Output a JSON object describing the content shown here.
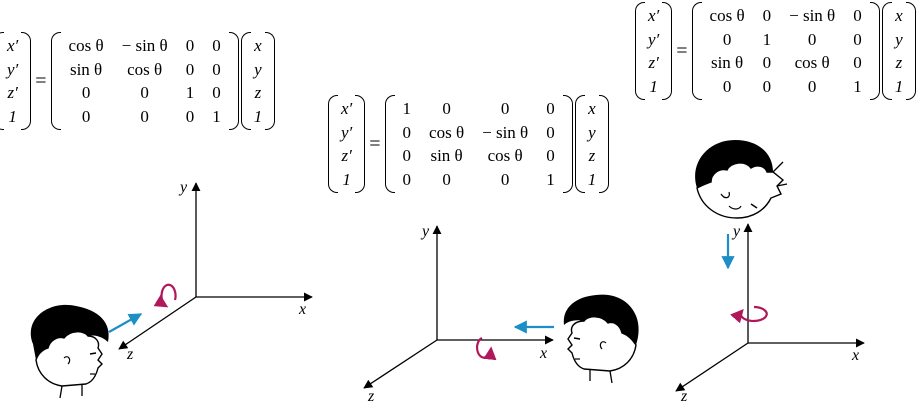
{
  "colors": {
    "axis": "#000000",
    "motion_arrow": "#1e8ec6",
    "rotation_arrow": "#b0185a"
  },
  "equations": [
    {
      "name": "rotation-z",
      "lhs": [
        "x′",
        "y′",
        "z′",
        "1"
      ],
      "matrix": [
        [
          "cos θ",
          "− sin θ",
          "0",
          "0"
        ],
        [
          "sin θ",
          "cos θ",
          "0",
          "0"
        ],
        [
          "0",
          "0",
          "1",
          "0"
        ],
        [
          "0",
          "0",
          "0",
          "1"
        ]
      ],
      "rhs": [
        "x",
        "y",
        "z",
        "1"
      ]
    },
    {
      "name": "rotation-x",
      "lhs": [
        "x′",
        "y′",
        "z′",
        "1"
      ],
      "matrix": [
        [
          "1",
          "0",
          "0",
          "0"
        ],
        [
          "0",
          "cos θ",
          "− sin θ",
          "0"
        ],
        [
          "0",
          "sin θ",
          "cos θ",
          "0"
        ],
        [
          "0",
          "0",
          "0",
          "1"
        ]
      ],
      "rhs": [
        "x",
        "y",
        "z",
        "1"
      ]
    },
    {
      "name": "rotation-y",
      "lhs": [
        "x′",
        "y′",
        "z′",
        "1"
      ],
      "matrix": [
        [
          "cos θ",
          "0",
          "− sin θ",
          "0"
        ],
        [
          "0",
          "1",
          "0",
          "0"
        ],
        [
          "sin θ",
          "0",
          "cos θ",
          "0"
        ],
        [
          "0",
          "0",
          "0",
          "1"
        ]
      ],
      "rhs": [
        "x",
        "y",
        "z",
        "1"
      ]
    }
  ],
  "axes": [
    {
      "x_label": "x",
      "y_label": "y",
      "z_label": "z"
    },
    {
      "x_label": "x",
      "y_label": "y",
      "z_label": "z"
    },
    {
      "x_label": "x",
      "y_label": "y",
      "z_label": "z"
    }
  ]
}
